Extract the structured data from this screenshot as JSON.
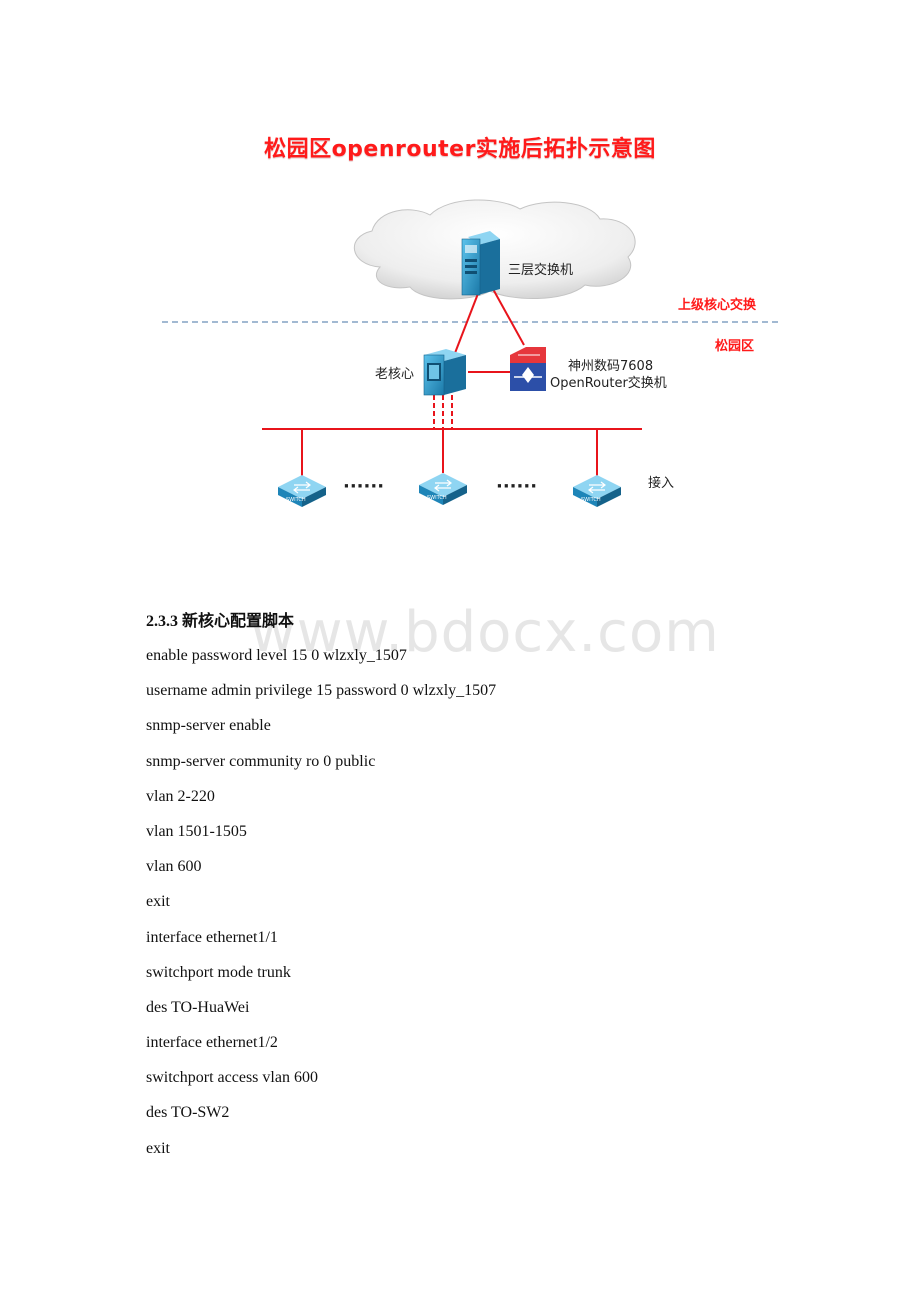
{
  "diagram": {
    "title": "松园区openrouter实施后拓扑示意图",
    "labels": {
      "l3_switch": "三层交换机",
      "upper_core": "上级核心交换",
      "campus": "松园区",
      "old_core": "老核心",
      "openrouter_line1": "神州数码7608",
      "openrouter_line2": "OpenRouter交换机",
      "access": "接入",
      "dots": "······",
      "switch_text": "SWITCH"
    },
    "colors": {
      "title": "#ff1a1a",
      "link": "#e8141b",
      "dashed_divider": "#6a8fb8",
      "device": "#2f9fd0"
    }
  },
  "watermark": "www.bdocx.com",
  "section": {
    "heading": "2.3.3 新核心配置脚本",
    "lines": [
      "enable password level 15 0 wlzxly_1507",
      "username admin privilege 15 password 0 wlzxly_1507",
      "snmp-server enable",
      "snmp-server community ro 0 public",
      "vlan 2-220",
      "vlan 1501-1505",
      "vlan 600",
      "exit",
      "interface ethernet1/1",
      "switchport mode trunk",
      "des TO-HuaWei",
      "interface ethernet1/2",
      "switchport access vlan 600",
      "des TO-SW2",
      "exit"
    ]
  }
}
